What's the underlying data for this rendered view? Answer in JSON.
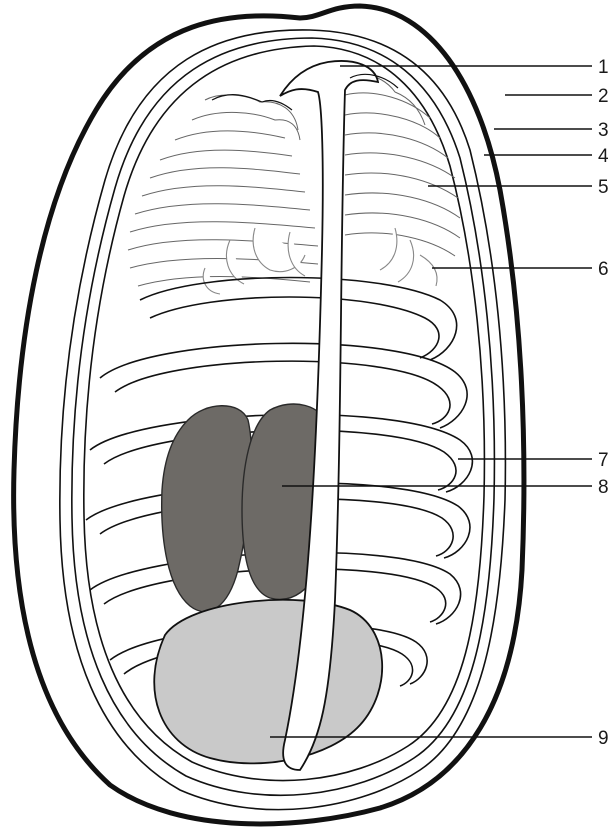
{
  "diagram": {
    "colors": {
      "outline": "#111111",
      "fill_white": "#ffffff",
      "dark_tissue": "#6d6a66",
      "gray_body": "#c9c9c9",
      "light_gray": "#cfcfcf",
      "text": "#1a1a1a"
    },
    "labels": [
      {
        "id": "1",
        "text": "1"
      },
      {
        "id": "2",
        "text": "2"
      },
      {
        "id": "3",
        "text": "3"
      },
      {
        "id": "4",
        "text": "4"
      },
      {
        "id": "5",
        "text": "5"
      },
      {
        "id": "6",
        "text": "6"
      },
      {
        "id": "7",
        "text": "7"
      },
      {
        "id": "8",
        "text": "8"
      },
      {
        "id": "9",
        "text": "9"
      }
    ]
  }
}
